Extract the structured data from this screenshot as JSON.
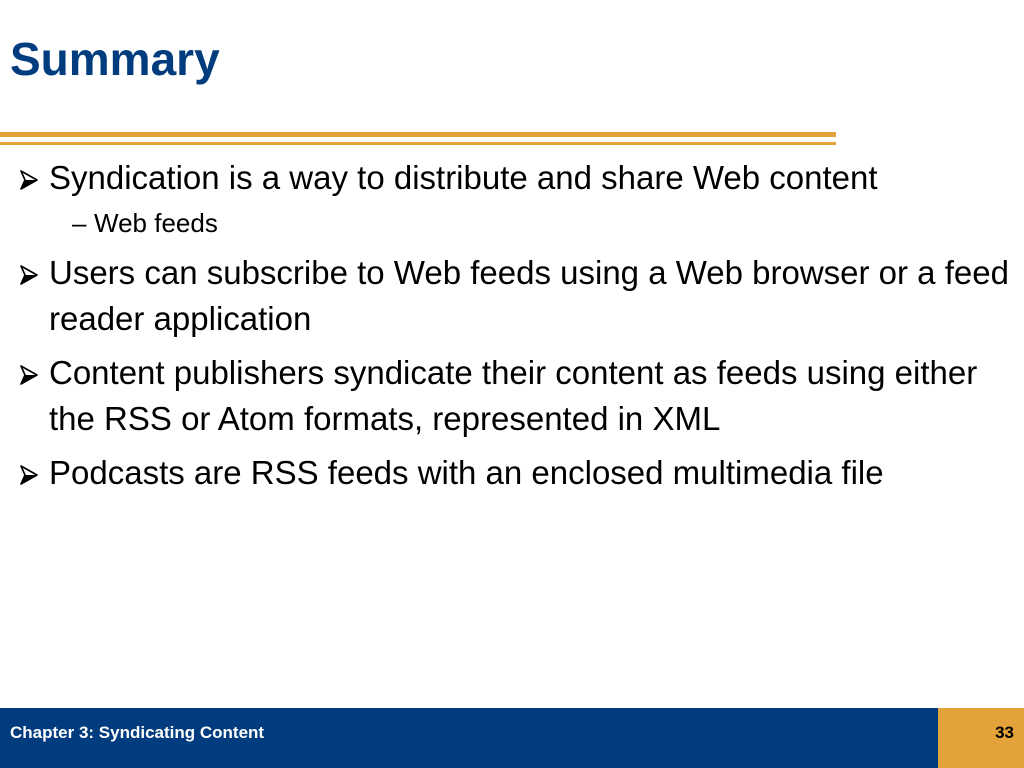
{
  "slide": {
    "title": "Summary",
    "bullets": [
      {
        "text": "Syndication is a way to distribute and share Web content",
        "subitems": [
          "Web feeds"
        ]
      },
      {
        "text": "Users can subscribe to Web feeds using a Web browser or a feed reader application",
        "subitems": []
      },
      {
        "text": "Content publishers syndicate their content as feeds using either the RSS or Atom formats, represented in XML",
        "subitems": []
      },
      {
        "text": "Podcasts are RSS feeds with an enclosed multimedia file",
        "subitems": []
      }
    ],
    "bullet_icon": "arrow-bullet-icon",
    "sub_bullet_marker": "–"
  },
  "footer": {
    "chapter": "Chapter 3: Syndicating Content",
    "page_number": "33"
  },
  "colors": {
    "title": "#003c7e",
    "accent": "#e3a33a",
    "footer_bg": "#003c7e",
    "footer_text": "#ffffff",
    "body_text": "#000000"
  }
}
